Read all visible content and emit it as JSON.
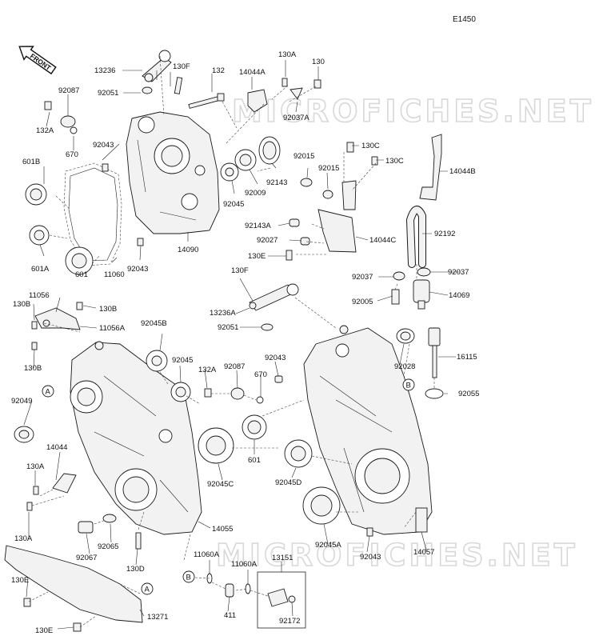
{
  "diagram_code": "E1450",
  "front_label": "FRONT",
  "watermark": "MICROFICHES.NET",
  "callouts": {
    "c13236": "13236",
    "c130F_top": "130F",
    "c132": "132",
    "c14044A": "14044A",
    "c130A_top": "130A",
    "c130_top": "130",
    "c92087_top": "92087",
    "c92051_top": "92051",
    "c132A_top": "132A",
    "c670_top": "670",
    "c92037A": "92037A",
    "c92043_top": "92043",
    "c130C_1": "130C",
    "c130C_2": "130C",
    "c92015_1": "92015",
    "c92015_2": "92015",
    "c14044B": "14044B",
    "c601B": "601B",
    "c92045_top": "92045",
    "c92009": "92009",
    "c92143": "92143",
    "c92143A": "92143A",
    "c92192": "92192",
    "c92027": "92027",
    "c14044C": "14044C",
    "c601A": "601A",
    "c14090": "14090",
    "c92043_mid": "92043",
    "c130E_mid": "130E",
    "c92037_r": "92037",
    "c92037_l": "92037",
    "c601_top": "601",
    "c11060": "11060",
    "c130F_mid": "130F",
    "c11056": "11056",
    "c130B_1": "130B",
    "c130B_2": "130B",
    "c14069": "14069",
    "c13236A": "13236A",
    "c92005": "92005",
    "c11056A": "11056A",
    "c130B_3": "130B",
    "c92051_mid": "92051",
    "c92045B": "92045B",
    "c16115": "16115",
    "c92028": "92028",
    "c92043_c": "92043",
    "c92045_mid": "92045",
    "c132A_mid": "132A",
    "c92087_mid": "92087",
    "c670_mid": "670",
    "c92055": "92055",
    "c92049": "92049",
    "c14044": "14044",
    "c601_mid": "601",
    "c92045C": "92045C",
    "c92045D": "92045D",
    "c130A_l1": "130A",
    "c130A_l2": "130A",
    "c92065": "92065",
    "c14055": "14055",
    "c92067": "92067",
    "c130D": "130D",
    "c92045A": "92045A",
    "c92043_br": "92043",
    "c14057": "14057",
    "c11060A_1": "11060A",
    "c13151": "13151",
    "c11060A_2": "11060A",
    "c130E_bl": "130E",
    "c13271": "13271",
    "c411": "411",
    "c92172": "92172",
    "c130E_bl2": "130E",
    "ref_A1": "A",
    "ref_A2": "A",
    "ref_B1": "B",
    "ref_B2": "B"
  }
}
